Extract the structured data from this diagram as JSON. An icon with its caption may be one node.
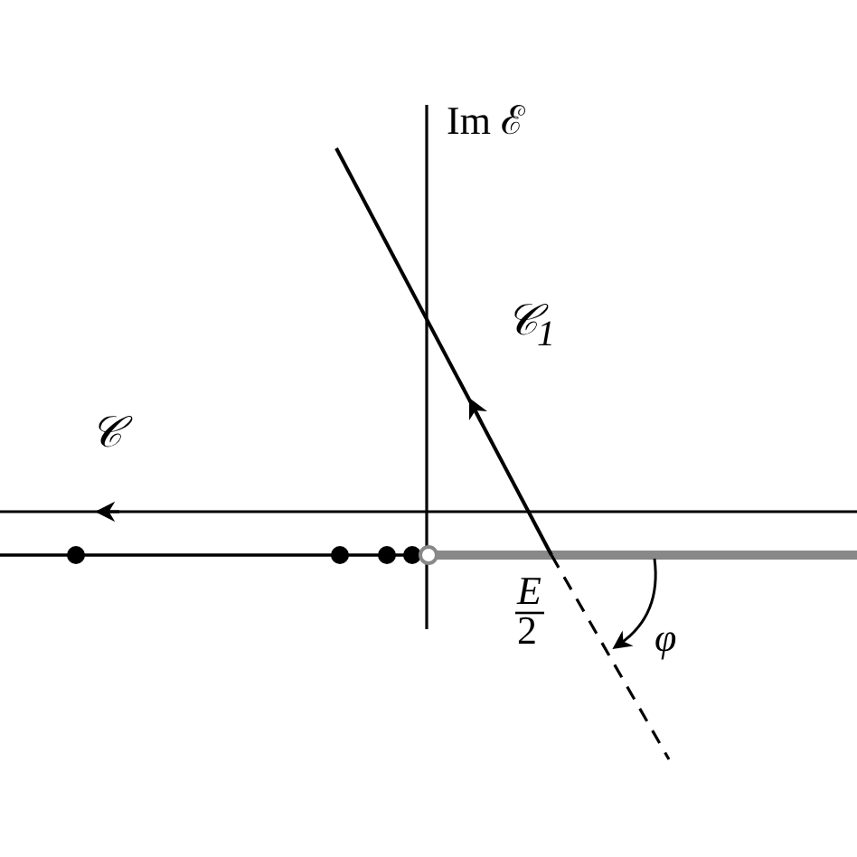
{
  "diagram": {
    "labels": [
      "Im ℰ",
      "𝒞$_{1}$",
      "𝒞",
      "E",
      "2",
      "φ"
    ]
  }
}
